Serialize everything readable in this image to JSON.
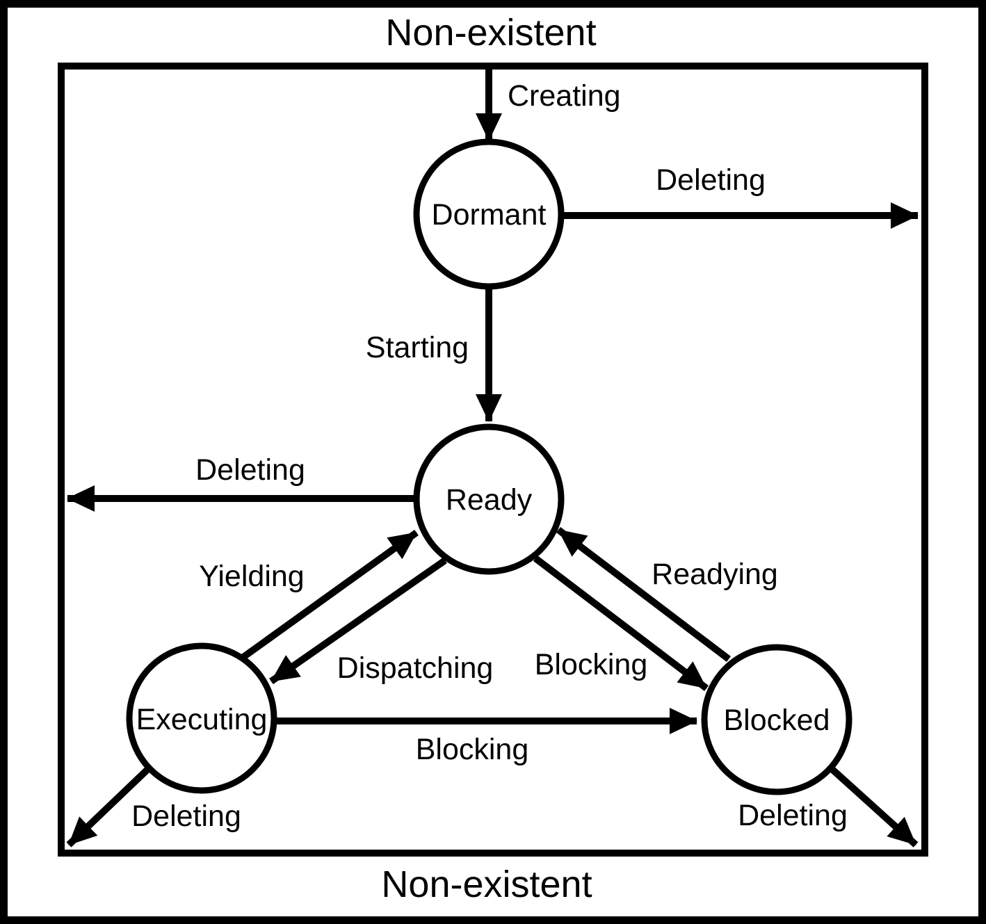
{
  "diagram": {
    "top_label": "Non-existent",
    "bottom_label": "Non-existent",
    "states": {
      "dormant": "Dormant",
      "ready": "Ready",
      "executing": "Executing",
      "blocked": "Blocked"
    },
    "transitions": {
      "creating": "Creating",
      "deleting_top": "Deleting",
      "starting": "Starting",
      "deleting_left": "Deleting",
      "yielding": "Yielding",
      "dispatching": "Dispatching",
      "blocking_diagonal": "Blocking",
      "readying": "Readying",
      "blocking_horizontal": "Blocking",
      "deleting_bottom_left": "Deleting",
      "deleting_bottom_right": "Deleting"
    },
    "colors": {
      "line": "#000000",
      "background": "#ffffff"
    }
  }
}
